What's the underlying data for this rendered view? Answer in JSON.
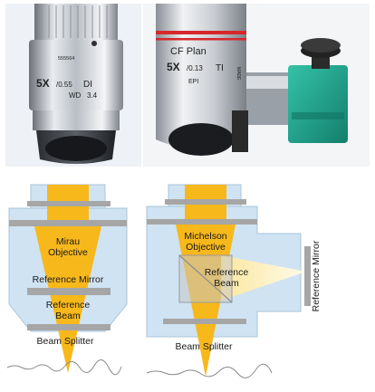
{
  "photos": {
    "left": {
      "engraving_line1": "5X",
      "engraving_line1b": "/0.55",
      "engraving_line1c": "DI",
      "engraving_line2": "WD",
      "engraving_line2b": "3.4",
      "serial": "555564"
    },
    "right": {
      "engraving_line1": "CF Plan",
      "engraving_line2": "5X",
      "engraving_line2b": "/0.13",
      "engraving_line2c": "TI",
      "engraving_line3": "EPI",
      "side_text": "MADE"
    }
  },
  "mirau": {
    "objective_label_1": "Mirau",
    "objective_label_2": "Objective",
    "reference_mirror_label": "Reference Mirror",
    "reference_beam_label_1": "Reference",
    "reference_beam_label_2": "Beam",
    "beam_splitter_label": "Beam Splitter"
  },
  "michelson": {
    "objective_label_1": "Michelson",
    "objective_label_2": "Objective",
    "reference_beam_label_1": "Reference",
    "reference_beam_label_2": "Beam",
    "reference_mirror_label": "Reference Mirror",
    "beam_splitter_label": "Beam Splitter"
  },
  "colors": {
    "housing": "#cfe3f3",
    "housing_stroke": "#a9c4da",
    "beam": "#f7b81b",
    "reference_beam": "#fbeeb0",
    "plate": "#a6a6a6",
    "photo_bg": "#eef1f5",
    "teal": "#1fa58e"
  }
}
